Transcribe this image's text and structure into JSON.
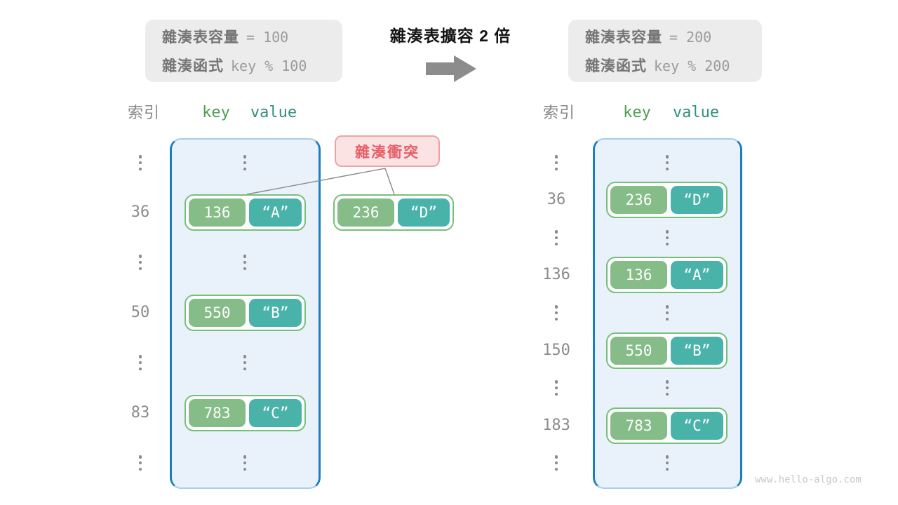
{
  "capacity_box_left": {
    "row1_label": "雜湊表容量",
    "row1_value": "= 100",
    "row2_label": "雜湊函式",
    "row2_value": "key % 100"
  },
  "capacity_box_right": {
    "row1_label": "雜湊表容量",
    "row1_value": "= 200",
    "row2_label": "雜湊函式",
    "row2_value": "key % 200"
  },
  "expansion": {
    "title": "雜湊表擴容 2 倍",
    "arrow_icon": "right-arrow"
  },
  "collision_label": "雜湊衝突",
  "collision_pair": {
    "key": "236",
    "value": "“D”"
  },
  "left_table": {
    "headers": {
      "index": "索引",
      "key": "key",
      "value": "value"
    },
    "rows": [
      {
        "type": "ellipsis"
      },
      {
        "type": "pair",
        "index": "36",
        "key": "136",
        "value": "“A”"
      },
      {
        "type": "ellipsis"
      },
      {
        "type": "pair",
        "index": "50",
        "key": "550",
        "value": "“B”"
      },
      {
        "type": "ellipsis"
      },
      {
        "type": "pair",
        "index": "83",
        "key": "783",
        "value": "“C”"
      },
      {
        "type": "ellipsis"
      }
    ]
  },
  "right_table": {
    "headers": {
      "index": "索引",
      "key": "key",
      "value": "value"
    },
    "rows": [
      {
        "type": "ellipsis"
      },
      {
        "type": "pair",
        "index": "36",
        "key": "236",
        "value": "“D”"
      },
      {
        "type": "ellipsis"
      },
      {
        "type": "pair",
        "index": "136",
        "key": "136",
        "value": "“A”"
      },
      {
        "type": "ellipsis"
      },
      {
        "type": "pair",
        "index": "150",
        "key": "550",
        "value": "“B”"
      },
      {
        "type": "ellipsis"
      },
      {
        "type": "pair",
        "index": "183",
        "key": "783",
        "value": "“C”"
      },
      {
        "type": "ellipsis"
      }
    ]
  },
  "watermark": "www.hello-algo.com",
  "colors": {
    "container_border": "#1b7ec2",
    "container_fill": "#e9f2fa",
    "pair_border": "#76c07a",
    "key_fill": "#85bc88",
    "value_fill": "#49b3aa",
    "key_header": "#4d9e51",
    "value_header": "#2f8f80",
    "collision_text": "#e65f66",
    "collision_fill": "#fbe3e3",
    "collision_border": "#f0a2a2",
    "muted_gray": "#8a8a8a",
    "info_box_fill": "#ececec",
    "arrow_gray": "#8c8c8c"
  }
}
